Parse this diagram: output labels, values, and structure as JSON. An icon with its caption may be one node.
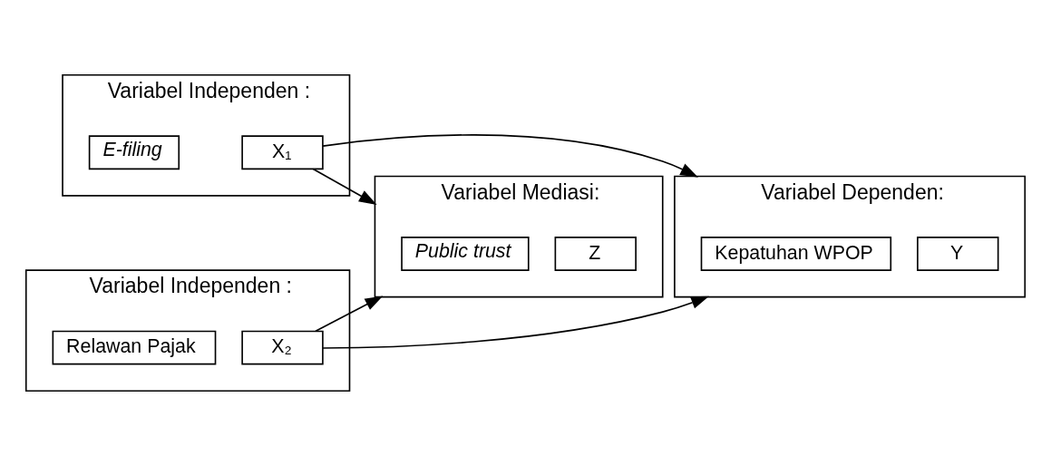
{
  "diagram": {
    "nodes": [
      {
        "text": [
          "Variabel Independen :"
        ]
      },
      {
        "text": [
          "E-filing"
        ],
        "in": 0
      },
      {
        "text": [
          "X₁"
        ],
        "in": 0
      },
      {
        "text": [
          "Variabel Independen :"
        ]
      },
      {
        "text": [
          "Relawan Pajak"
        ],
        "in": 3
      },
      {
        "text": [
          "X₂"
        ],
        "in": 3
      },
      {
        "text": [
          "Variabel Mediasi:"
        ]
      },
      {
        "text": [
          "Public trust"
        ],
        "in": 6
      },
      {
        "text": [
          "Z"
        ],
        "in": 6
      },
      {
        "text": [
          "Variabel Dependen:"
        ]
      },
      {
        "text": [
          "Kepatuhan WPOP"
        ],
        "in": 9
      },
      {
        "text": [
          "Y"
        ],
        "in": 9
      }
    ],
    "edges": [
      {
        "from": 2,
        "to": 6,
        "arrow": "to"
      },
      {
        "from": 2,
        "to": 9,
        "arrow": "to"
      },
      {
        "from": 5,
        "to": 6,
        "arrow": "to"
      },
      {
        "from": 5,
        "to": 9,
        "arrow": "to"
      }
    ]
  }
}
